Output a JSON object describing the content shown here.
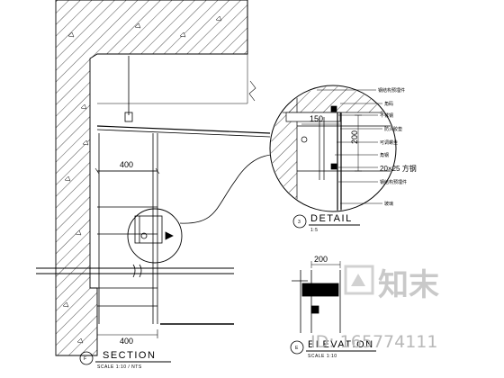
{
  "section": {
    "title": "SECTION",
    "scale_note": "SCALE 1:10 / NTS",
    "marker": "F",
    "dim_top": "400",
    "dim_bottom": "400"
  },
  "detail": {
    "title": "DETAIL",
    "scale_note": "1:5",
    "marker": "3",
    "dim_width": "150",
    "dim_height": "200",
    "label_size": "20×25",
    "annotations": [
      "钢结构预埋件",
      "角码",
      "不锈钢",
      "防火胶垫",
      "可调螺丝",
      "角钢",
      "20×25 方钢",
      "钢结构预埋件",
      "玻璃"
    ]
  },
  "elevation": {
    "title": "ELEVATION",
    "scale_note": "SCALE 1:10",
    "marker": "E",
    "dim_width": "200"
  },
  "watermark": {
    "brand": "知末",
    "id_text": "ID: 165774111"
  }
}
